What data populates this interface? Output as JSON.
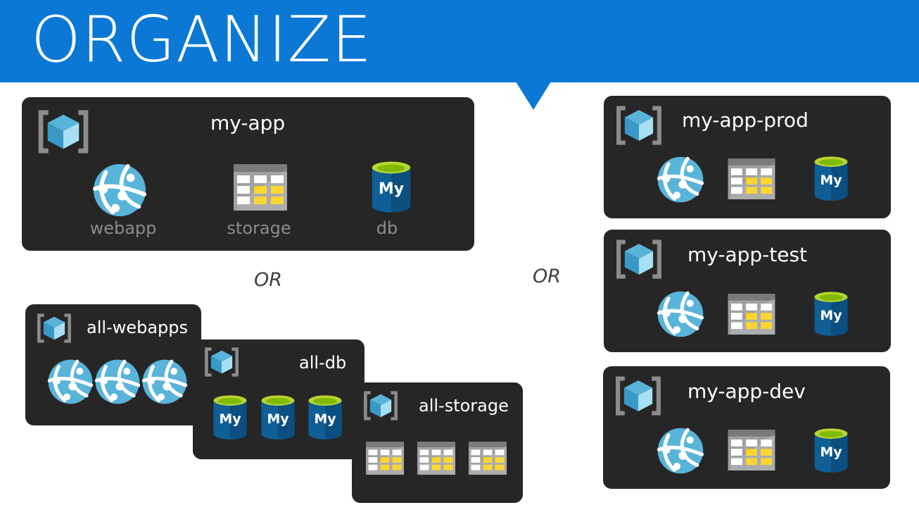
{
  "header": {
    "title": "ORGANIZE"
  },
  "separators": {
    "left_or": "OR",
    "right_or": "OR"
  },
  "my_app": {
    "title": "my-app",
    "labels": {
      "webapp": "webapp",
      "storage": "storage",
      "db": "db"
    }
  },
  "groups": {
    "all_webapps": {
      "title": "all-webapps"
    },
    "all_db": {
      "title": "all-db"
    },
    "all_storage": {
      "title": "all-storage"
    }
  },
  "environments": {
    "prod": {
      "title": "my-app-prod"
    },
    "test": {
      "title": "my-app-test"
    },
    "dev": {
      "title": "my-app-dev"
    }
  },
  "db_icon_text": "My",
  "colors": {
    "header": "#0a78d4",
    "panel": "#262626",
    "web_blue": "#59b4d9",
    "db_blue": "#0f5e96",
    "db_green": "#7fba00",
    "storage_yellow": "#fcd116",
    "storage_gray": "#a0a1a2"
  }
}
